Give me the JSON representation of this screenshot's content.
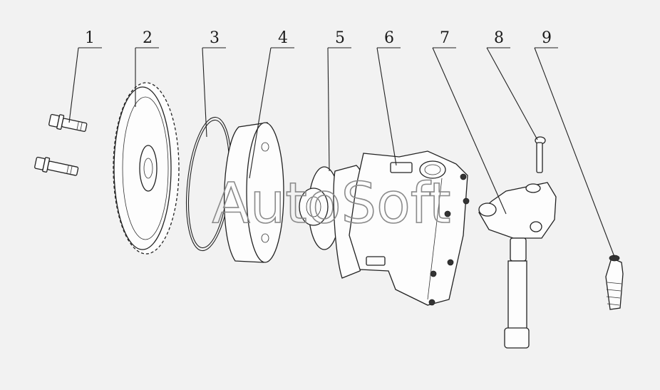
{
  "diagram": {
    "callouts": [
      {
        "label": "1"
      },
      {
        "label": "2"
      },
      {
        "label": "3"
      },
      {
        "label": "4"
      },
      {
        "label": "5"
      },
      {
        "label": "6"
      },
      {
        "label": "7"
      },
      {
        "label": "8"
      },
      {
        "label": "9"
      }
    ],
    "watermark": "AutoSoft"
  }
}
